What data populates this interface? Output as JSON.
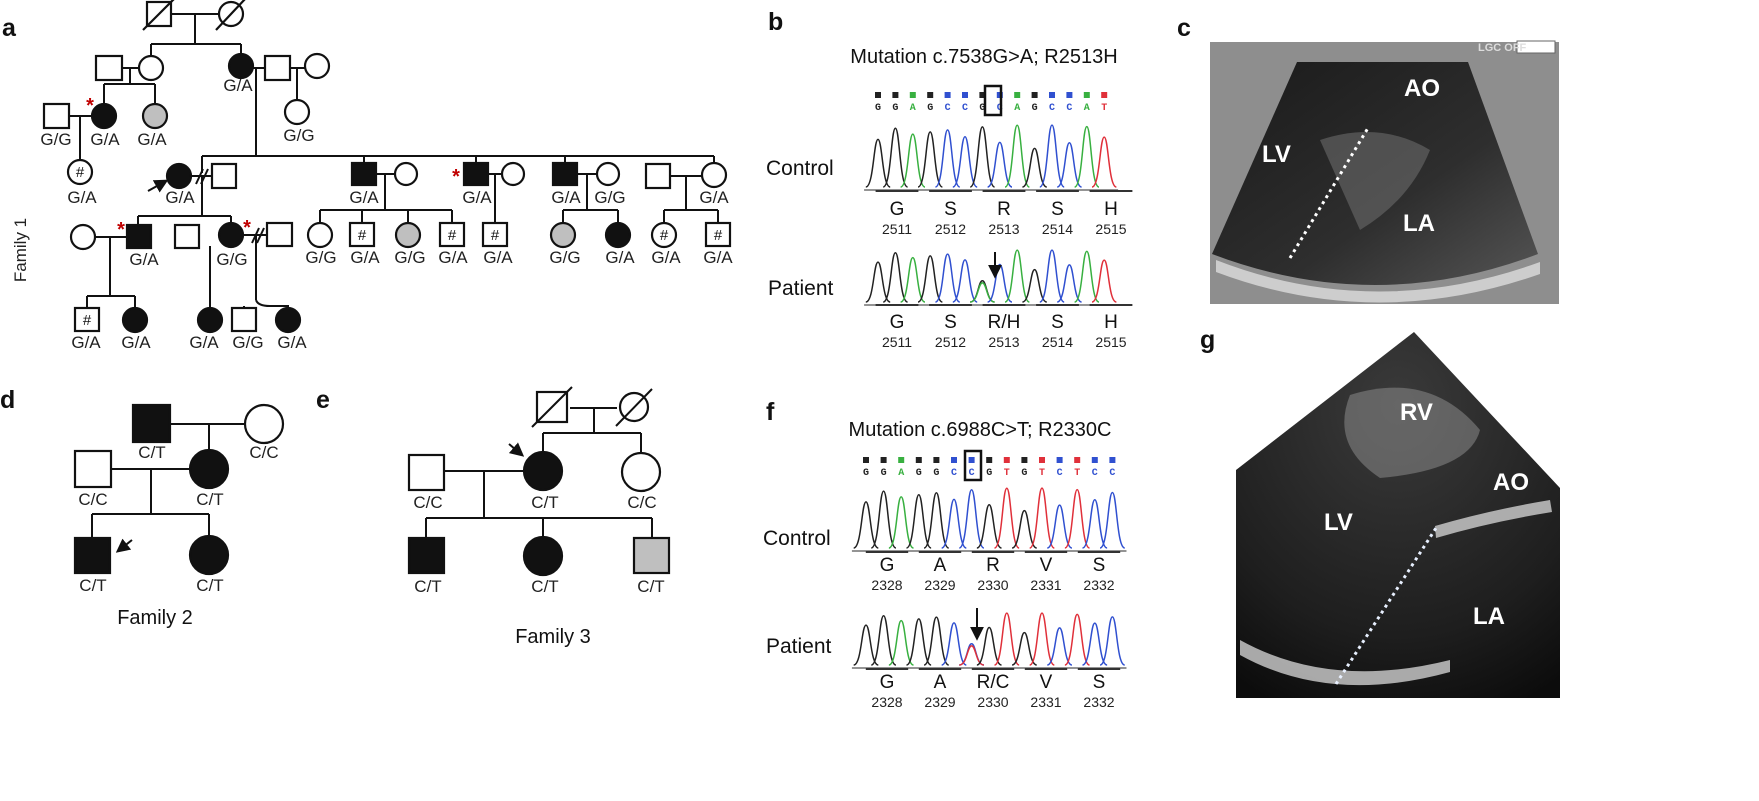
{
  "panels": {
    "a": "a",
    "b": "b",
    "c": "c",
    "d": "d",
    "e": "e",
    "f": "f",
    "g": "g"
  },
  "family1": {
    "title": "Family 1",
    "genotypes": {
      "g1": "G/A",
      "g2": "G/G",
      "g3": "G/G",
      "g4": "G/A",
      "g5": "G/A",
      "g6": "G/A",
      "g7": "G/A",
      "g8": "G/A",
      "g9": "G/A",
      "g10": "G/A",
      "g11": "G/G",
      "g12": "G/A",
      "g13": "G/A",
      "g14": "G/G",
      "g15": "G/G",
      "g16": "G/A",
      "g17": "G/G",
      "g18": "G/A",
      "g19": "G/A",
      "g20": "G/G",
      "g21": "G/A",
      "g22": "G/A",
      "g23": "G/A",
      "g24": "G/A",
      "g25": "G/A",
      "g26": "G/A",
      "g27": "G/G",
      "g28": "G/A"
    }
  },
  "family2": {
    "title": "Family 2",
    "genotypes": {
      "g1": "C/T",
      "g2": "C/C",
      "g3": "C/C",
      "g4": "C/T",
      "g5": "C/T",
      "g6": "C/T"
    }
  },
  "family3": {
    "title": "Family 3",
    "genotypes": {
      "g1": "C/C",
      "g2": "C/T",
      "g3": "C/C",
      "g4": "C/T",
      "g5": "C/T",
      "g6": "C/T"
    }
  },
  "panel_b": {
    "title": "Mutation c.7538G>A; R2513H",
    "bases": [
      "G",
      "G",
      "A",
      "G",
      "C",
      "C",
      "G",
      "C",
      "A",
      "G",
      "C",
      "C",
      "A",
      "T"
    ],
    "control_label": "Control",
    "patient_label": "Patient",
    "control_aa": [
      "G",
      "S",
      "R",
      "S",
      "H"
    ],
    "patient_aa": [
      "G",
      "S",
      "R/H",
      "S",
      "H"
    ],
    "positions": [
      "2511",
      "2512",
      "2513",
      "2514",
      "2515"
    ]
  },
  "panel_f": {
    "title": "Mutation c.6988C>T; R2330C",
    "bases": [
      "G",
      "G",
      "A",
      "G",
      "G",
      "C",
      "C",
      "G",
      "T",
      "G",
      "T",
      "C",
      "T",
      "C",
      "C"
    ],
    "control_label": "Control",
    "patient_label": "Patient",
    "control_aa": [
      "G",
      "A",
      "R",
      "V",
      "S"
    ],
    "patient_aa": [
      "G",
      "A",
      "R/C",
      "V",
      "S"
    ],
    "positions": [
      "2328",
      "2329",
      "2330",
      "2331",
      "2332"
    ]
  },
  "echo_c": {
    "labels": {
      "lv": "LV",
      "ao": "AO",
      "la": "LA"
    },
    "corner": "LGC OFF"
  },
  "echo_g": {
    "labels": {
      "rv": "RV",
      "ao": "AO",
      "lv": "LV",
      "la": "LA"
    }
  },
  "symbols": {
    "hash": "#",
    "asterisk": "*"
  },
  "colors": {
    "affected": "#111111",
    "carrier_grey": "#bfbfbf",
    "asterisk": "#c00000",
    "base_G": "#222222",
    "base_A": "#38b040",
    "base_C": "#3050d0",
    "base_T": "#e0303a"
  }
}
